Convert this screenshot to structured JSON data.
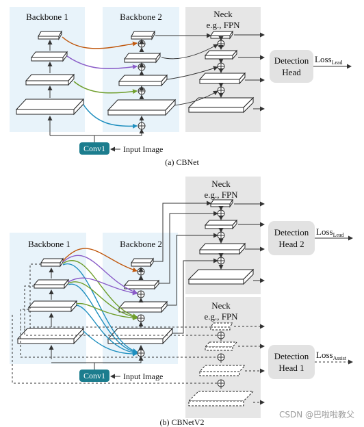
{
  "diagram_a": {
    "backbone1_label": "Backbone 1",
    "backbone2_label": "Backbone 2",
    "neck_label_line1": "Neck",
    "neck_label_line2": "e.g., FPN",
    "head_label_line1": "Detection",
    "head_label_line2": "Head",
    "loss_label": "Loss",
    "loss_subscript": "Lead",
    "conv_label": "Conv1",
    "input_label": "Input Image",
    "caption": "(a) CBNet"
  },
  "diagram_b": {
    "backbone1_label": "Backbone 1",
    "backbone2_label": "Backbone 2",
    "neck_top_line1": "Neck",
    "neck_top_line2": "e.g., FPN",
    "neck_bottom_line1": "Neck",
    "neck_bottom_line2": "e.g., FPN",
    "head2_line1": "Detection",
    "head2_line2": "Head 2",
    "head1_line1": "Detection",
    "head1_line2": "Head 1",
    "loss_lead": "Loss",
    "loss_lead_sub": "Lead",
    "loss_assist": "Loss",
    "loss_assist_sub": "Assist",
    "conv_label": "Conv1",
    "input_label": "Input Image",
    "caption": "(b) CBNetV2"
  },
  "watermark": "CSDN @巴啦啦教父",
  "colors": {
    "backbone_bg": "#e8f3fa",
    "neck_bg": "#e6e6e6",
    "conv_fill": "#1c7d8e",
    "head_fill": "#e2e2e2",
    "curve_orange": "#c0580e",
    "curve_purple": "#8a5cc8",
    "curve_green": "#6f9e2c",
    "curve_teal": "#1f8fbf"
  }
}
